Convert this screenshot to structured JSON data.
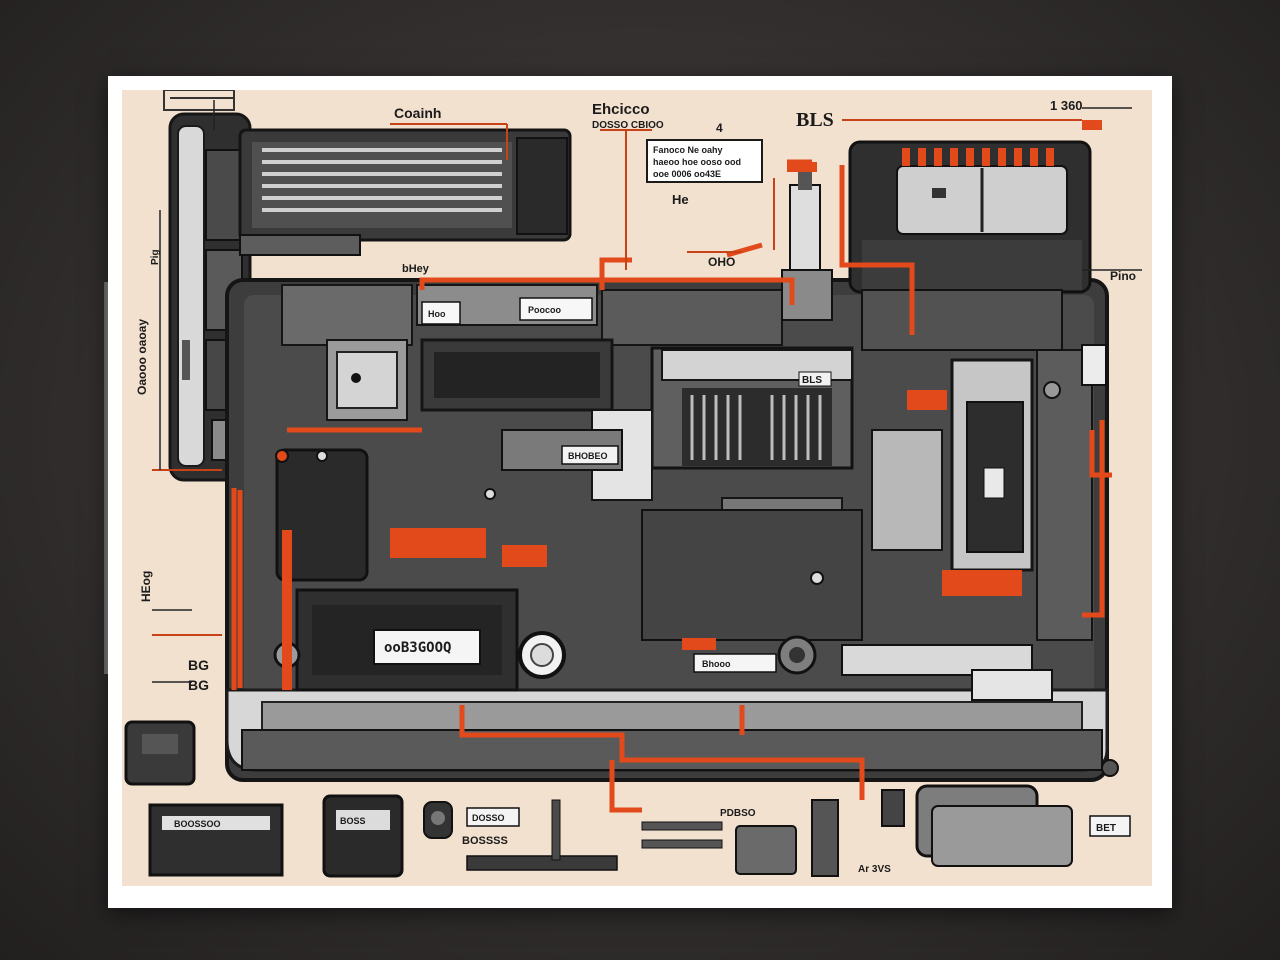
{
  "labels": {
    "top_left": "Coainh",
    "top_title": "Ehcicco",
    "top_subtitle": "DOSSO CBIOO",
    "top_mark": "4",
    "top_right_code": "BLS",
    "top_right_number": "1 360",
    "callout_line1": "Fanoco Ne oahy",
    "callout_line2": "haeoo hoe ooso ood",
    "callout_line3": "ooe 0006 oo43E",
    "side_tag": "He",
    "mid_tag": "bHey",
    "tag_ono": "OHO",
    "right_tag": "Pino",
    "left_vertical": "Oaooo oaoay",
    "left_small": "Pig",
    "chip_1": "Hoo",
    "chip_2": "Poocoo",
    "chip_3": "Bhooo",
    "panel_label": "BHOBEO",
    "plate_code": "ooB3GOOQ",
    "center_strip": "BLS",
    "bottom_block": "BOOSSOO",
    "bottom_box": "BOSS",
    "bottom_stack": "BOSSSS",
    "bottom_mid": "DOSSO",
    "bottom_tag": "PDBSO",
    "bottom_right": "BET",
    "bottom_sm": "Ar 3VS",
    "lower_left_1": "BG",
    "lower_left_2": "BG",
    "lower_left_3": "HEog"
  },
  "colors": {
    "board": "#f3e1cf",
    "accent": "#e24a1c",
    "dark": "#3b3b3b",
    "mid": "#6a6a6a",
    "light": "#c9c9c9",
    "frame": "#ffffff"
  }
}
